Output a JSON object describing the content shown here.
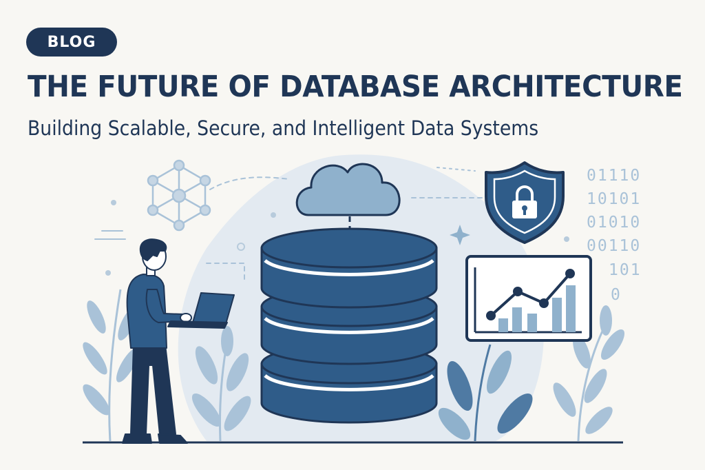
{
  "badge": {
    "label": "BLOG"
  },
  "header": {
    "title": "THE FUTURE OF DATABASE ARCHITECTURE",
    "subtitle": "Building Scalable, Secure, and Intelligent Data Systems"
  },
  "binary_lines": [
    "01110",
    "10101",
    "01010",
    "00110",
    "101",
    "0"
  ],
  "icons": [
    "network-icon",
    "cloud-icon",
    "database-icon",
    "shield-lock-icon",
    "chart-icon",
    "laptop-icon",
    "sparkle-icon"
  ],
  "colors": {
    "navy": "#1f3656",
    "blue": "#2f5c89",
    "light_blue": "#8fb1cc",
    "pale_blue": "#dde6ee",
    "background": "#f8f7f3"
  }
}
